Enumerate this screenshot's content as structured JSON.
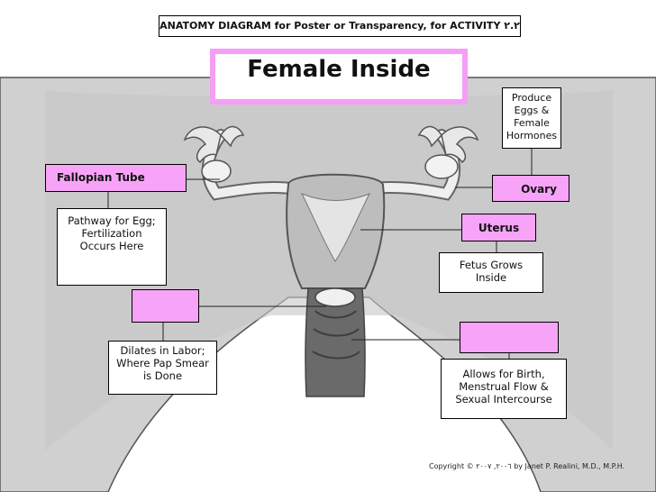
{
  "header": {
    "activity_title": "ANATOMY DIAGRAM for Poster or Transparency, for ACTIVITY ٢.٢",
    "main_title": "Female Inside"
  },
  "labels": {
    "fallopian_tube": "Fallopian Tube",
    "ovary": "Ovary",
    "uterus": "Uterus"
  },
  "descriptions": {
    "ovary_function": [
      "Produce",
      "Eggs &",
      "Female",
      "Hormones"
    ],
    "fallopian_function": [
      "Pathway for Egg;",
      "Fertilization",
      "Occurs Here"
    ],
    "uterus_function": [
      "Fetus Grows",
      "Inside"
    ],
    "cervix_function": [
      "Dilates in Labor;",
      "Where Pap Smear",
      "is Done"
    ],
    "vagina_function": [
      "Allows for Birth,",
      "Menstrual Flow &",
      "Sexual Intercourse"
    ]
  },
  "blank_labels": [
    "",
    ""
  ],
  "footer": {
    "copyright": "Copyright © ٢٠٠٦, ٢٠٠٧ by Janet P. Realini, M.D., M.P.H."
  },
  "colors": {
    "label_pink": "#f7a3f7",
    "title_border_pink": "#f59ef5",
    "body_gray": "#d2d2d2",
    "organ_light": "#ececec"
  }
}
